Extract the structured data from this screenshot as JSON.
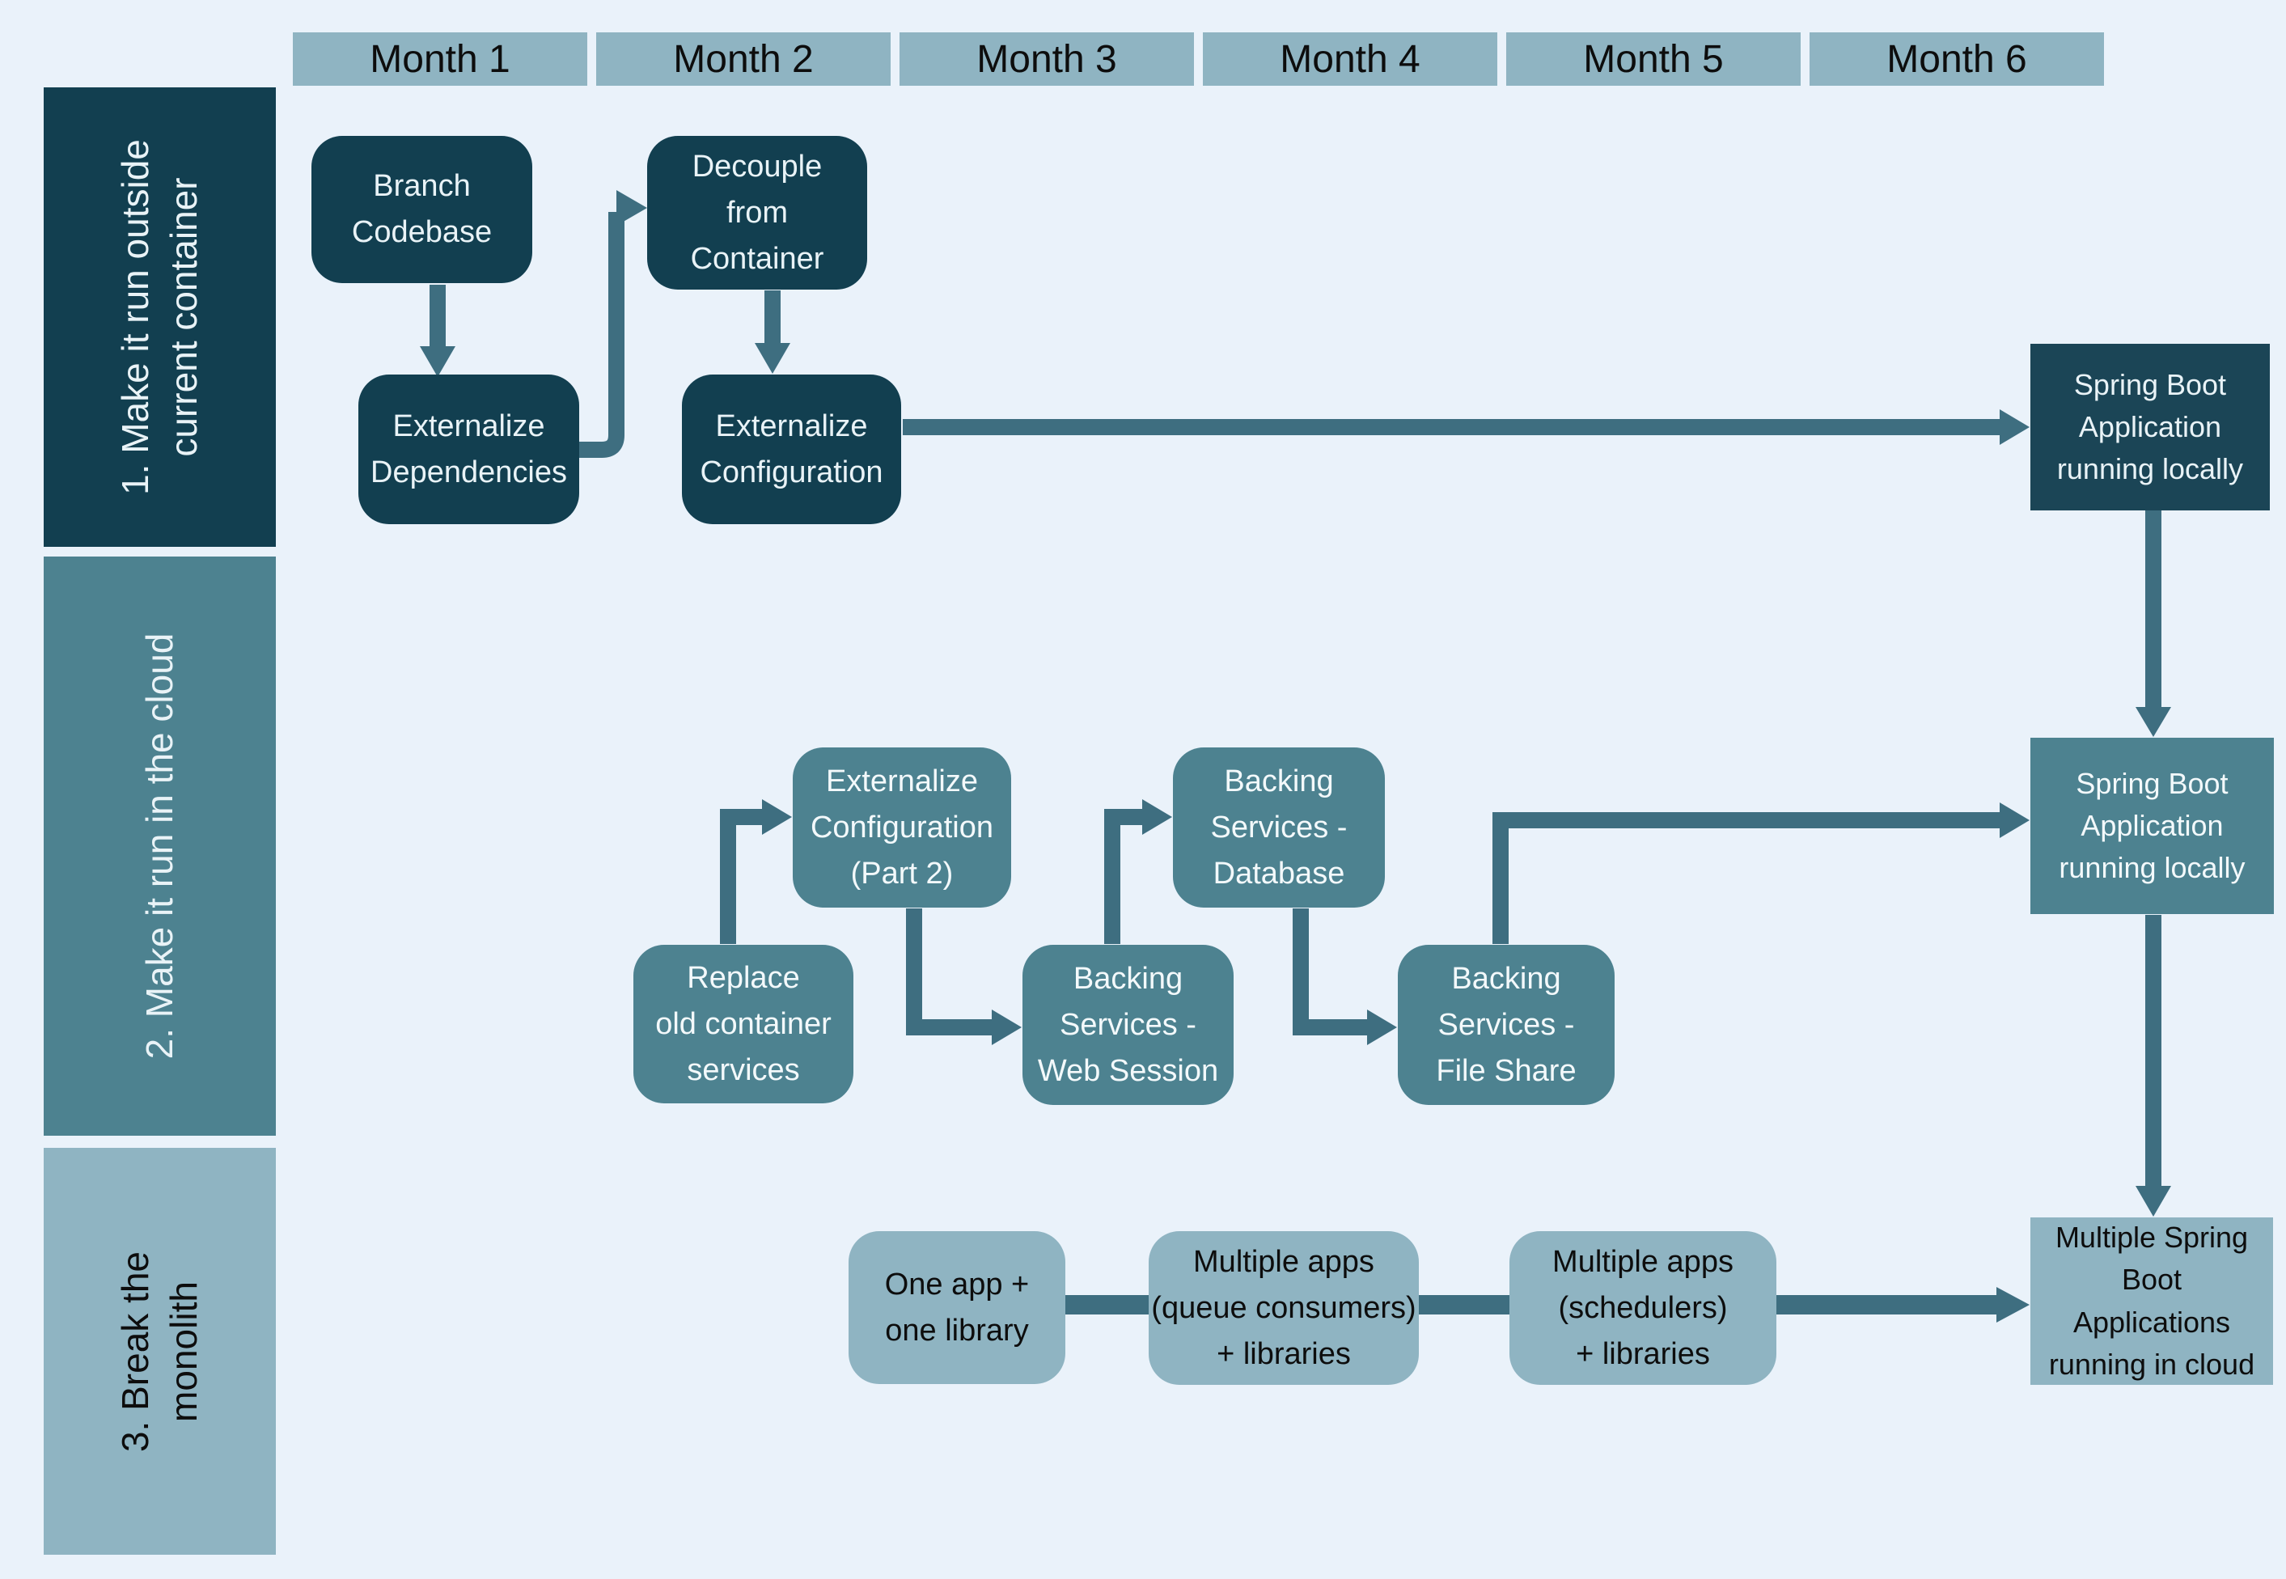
{
  "colors": {
    "background": "#EAF2FA",
    "dark_teal": "#123F50",
    "dark_teal_light": "#1B4556",
    "medium_teal": "#4D8290",
    "light_blue_gray": "#8FB4C2",
    "arrow": "#3E6E80",
    "text_on_dark": "#E9F3F7",
    "text_dark": "#0D0D0D"
  },
  "months": [
    "Month 1",
    "Month 2",
    "Month 3",
    "Month 4",
    "Month 5",
    "Month 6"
  ],
  "phases": [
    {
      "label": "1. Make it run outside\ncurrent container"
    },
    {
      "label": "2. Make it run in the cloud"
    },
    {
      "label": "3. Break the\nmonolith"
    }
  ],
  "boxes": {
    "branch_codebase": "Branch\nCodebase",
    "decouple_from_container": "Decouple\nfrom\nContainer",
    "externalize_dependencies": "Externalize\nDependencies",
    "externalize_configuration": "Externalize\nConfiguration",
    "spring_boot_local_1": "Spring Boot\nApplication\nrunning locally",
    "replace_old_container_services": "Replace\nold container\nservices",
    "externalize_configuration_part2": "Externalize\nConfiguration\n(Part 2)",
    "backing_web_session": "Backing\nServices -\nWeb Session",
    "backing_database": "Backing\nServices -\nDatabase",
    "backing_file_share": "Backing\nServices -\nFile Share",
    "spring_boot_local_2": "Spring Boot\nApplication\nrunning locally",
    "one_app_one_library": "One app +\none library",
    "multiple_apps_queue": "Multiple apps\n(queue consumers)\n+ libraries",
    "multiple_apps_schedulers": "Multiple apps\n(schedulers)\n+ libraries",
    "multiple_spring_boot_cloud": "Multiple Spring\nBoot\nApplications\nrunning in cloud"
  }
}
